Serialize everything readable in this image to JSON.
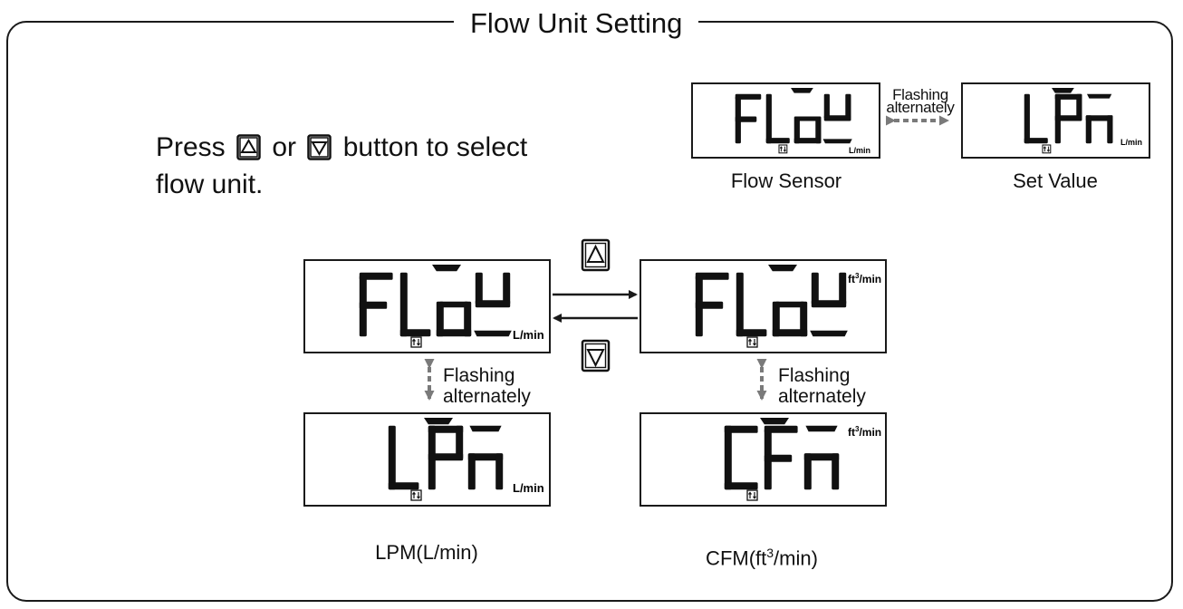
{
  "title": "Flow Unit Setting",
  "instruction": {
    "press": "Press",
    "or": "or",
    "rest": "button to select",
    "line2": "flow unit.",
    "up_icon": "up-triangle-button-icon",
    "down_icon": "down-triangle-button-icon"
  },
  "displays": {
    "top_left": {
      "text": "FLoW",
      "unit": "L/min"
    },
    "top_right": {
      "text": "LPm",
      "unit": "L/min"
    },
    "mid_left": {
      "text": "FLoW",
      "unit": "L/min"
    },
    "mid_right": {
      "text": "FLoW",
      "unit_base": "ft",
      "unit_sup": "3",
      "unit_tail": "/min"
    },
    "bot_left": {
      "text": "LPm",
      "unit": "L/min"
    },
    "bot_right": {
      "text": "CFm",
      "unit_base": "ft",
      "unit_sup": "3",
      "unit_tail": "/min"
    }
  },
  "flashing": {
    "line1": "Flashing",
    "line2": "alternately"
  },
  "captions": {
    "flow_sensor": "Flow Sensor",
    "set_value": "Set Value",
    "lpm": "LPM(L/min)",
    "cfm_base": "CFM(ft",
    "cfm_sup": "3",
    "cfm_tail": "/min)"
  },
  "colors": {
    "line": "#1a1a1a",
    "arrow_gray": "#7a7a7a"
  }
}
